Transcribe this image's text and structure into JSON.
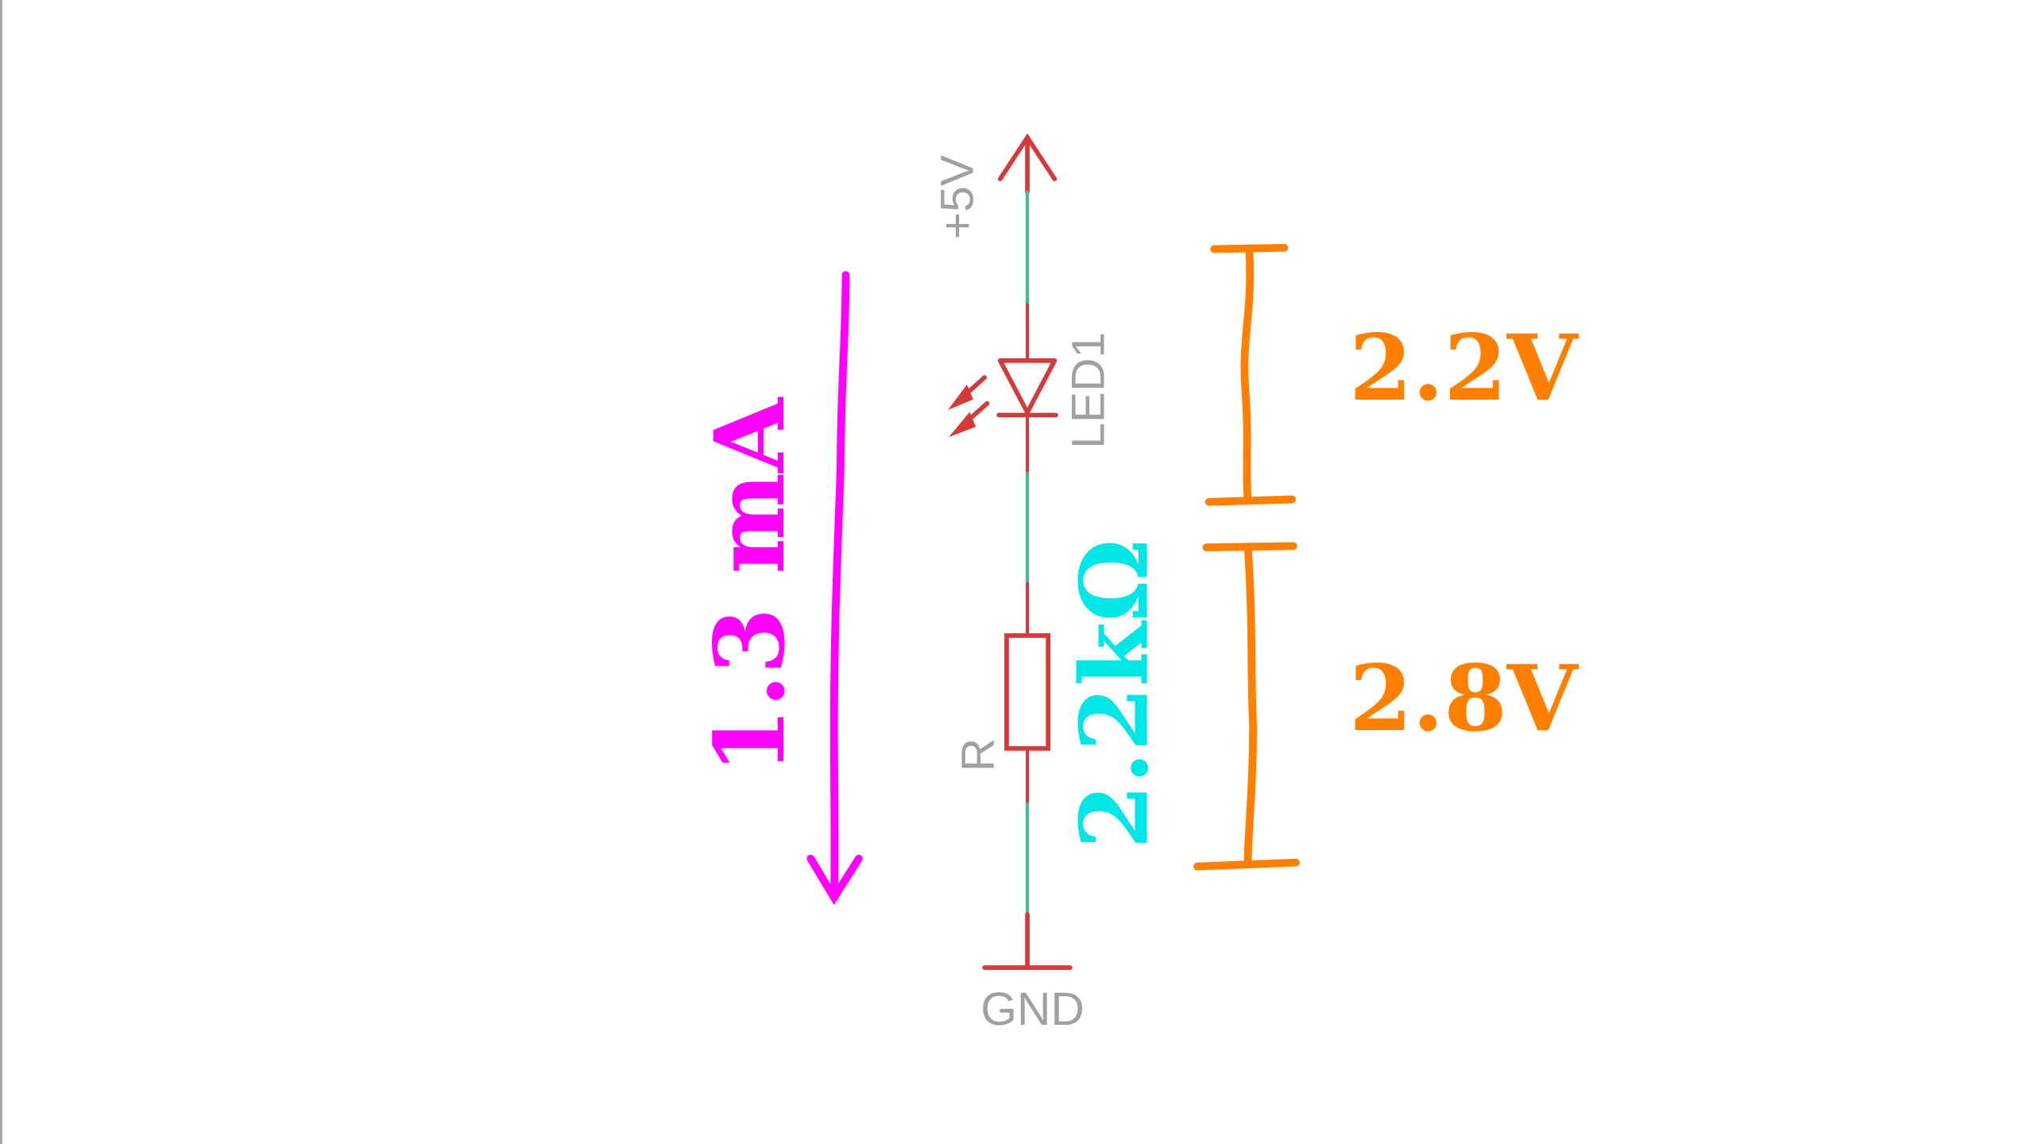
{
  "schematic": {
    "supply_label": "+5V",
    "led_label": "LED1",
    "resistor_label": "R",
    "ground_label": "GND"
  },
  "annotations": {
    "current": "1.3 mA",
    "resistance": "2.2kΩ",
    "led_voltage": "2.2V",
    "resistor_voltage": "2.8V"
  },
  "colors": {
    "wire": "#d43a3a",
    "net": "#3fbf8f",
    "label": "#a0a0a0",
    "current": "#ff00ff",
    "resistance": "#00e5e5",
    "voltage": "#ff8000"
  }
}
